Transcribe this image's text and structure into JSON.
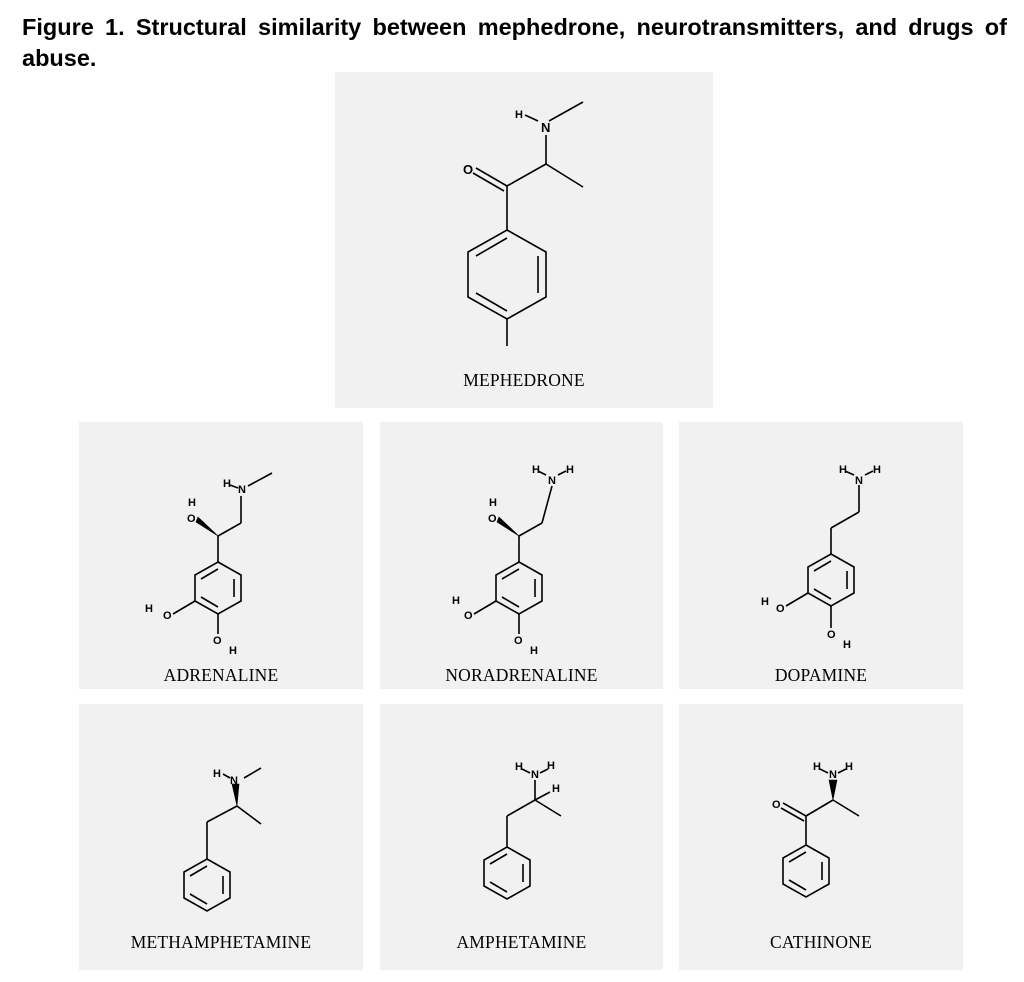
{
  "caption": "Figure 1. Structural similarity between mephedrone, neurotransmitters, and drugs of abuse.",
  "molecules": {
    "mephedrone": {
      "name": "MEPHEDRONE",
      "atoms": {
        "n": "N",
        "h": "H",
        "o": "O"
      }
    },
    "adrenaline": {
      "name": "ADRENALINE",
      "atoms": {
        "n": "N",
        "h": "H",
        "o": "O"
      }
    },
    "noradrenaline": {
      "name": "NORADRENALINE",
      "atoms": {
        "n": "N",
        "h": "H",
        "o": "O"
      }
    },
    "dopamine": {
      "name": "DOPAMINE",
      "atoms": {
        "n": "N",
        "h": "H",
        "o": "O"
      }
    },
    "methamphetamine": {
      "name": "METHAMPHETAMINE",
      "atoms": {
        "n": "N",
        "h": "H"
      }
    },
    "amphetamine": {
      "name": "AMPHETAMINE",
      "atoms": {
        "n": "N",
        "h": "H"
      }
    },
    "cathinone": {
      "name": "CATHINONE",
      "atoms": {
        "n": "N",
        "h": "H",
        "o": "O"
      }
    }
  }
}
